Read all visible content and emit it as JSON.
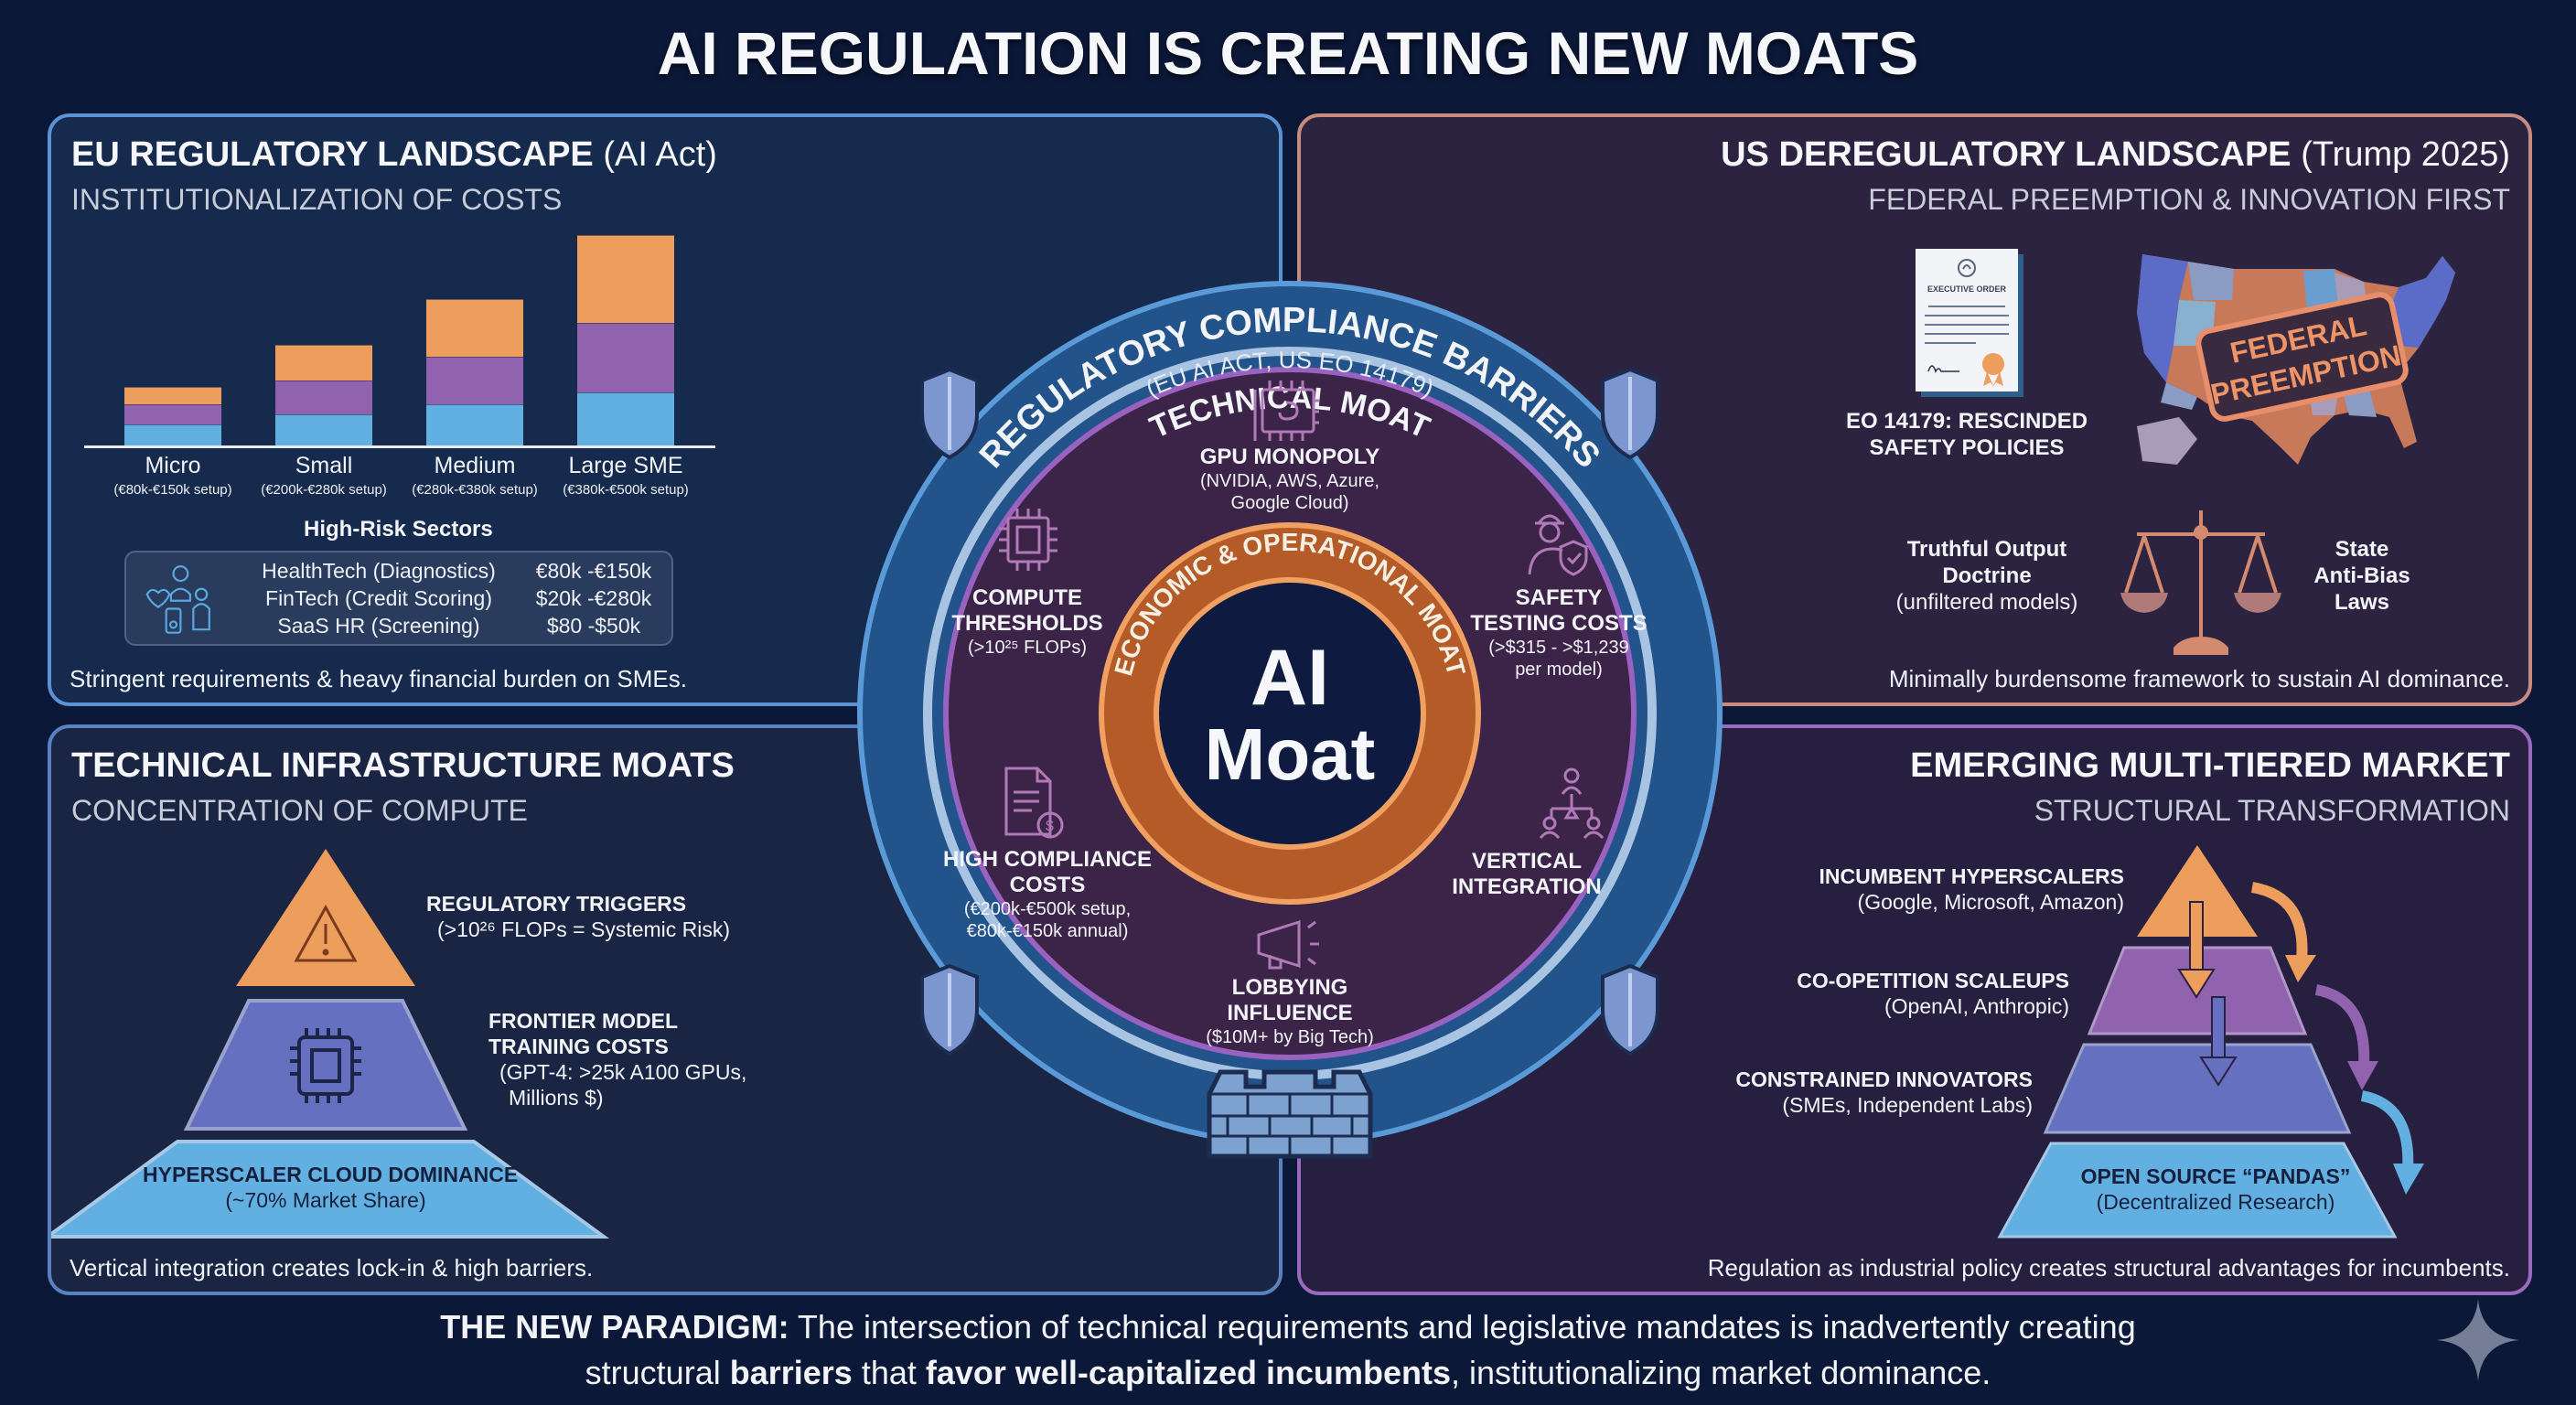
{
  "title": "AI REGULATION IS CREATING NEW MOATS",
  "eu": {
    "title": "EU REGULATORY LANDSCAPE",
    "title_suffix": "(AI Act)",
    "subtitle": "INSTITUTIONALIZATION OF COSTS",
    "footer": "Stringent requirements & heavy financial burden on SMEs.",
    "sectors_title": "High-Risk Sectors",
    "sectors": [
      {
        "name": "HealthTech (Diagnostics)",
        "range": "€80k -€150k"
      },
      {
        "name": "FinTech (Credit Scoring)",
        "range": "$20k -€280k"
      },
      {
        "name": "SaaS HR (Screening)",
        "range": "$80 -$50k"
      }
    ]
  },
  "chart_data": {
    "type": "bar",
    "stacked": true,
    "title": "",
    "categories": [
      "Micro",
      "Small",
      "Medium",
      "Large SME"
    ],
    "category_sublabels": [
      "(€80k-€150k setup)",
      "(€200k-€280k setup)",
      "(€280k-€380k setup)",
      "(€380k-€500k setup)"
    ],
    "series": [
      {
        "name": "bottom",
        "color": "#62b0e2",
        "values": [
          11,
          16,
          21,
          27
        ]
      },
      {
        "name": "middle",
        "color": "#9162ad",
        "values": [
          10,
          17,
          24,
          35
        ]
      },
      {
        "name": "top",
        "color": "#ee9e5c",
        "values": [
          9,
          18,
          29,
          44
        ]
      }
    ],
    "ylim": [
      0,
      110
    ],
    "grid": false,
    "xlabel": "",
    "ylabel": ""
  },
  "us": {
    "title": "US DEREGULATORY LANDSCAPE",
    "title_suffix": "(Trump 2025)",
    "subtitle": "FEDERAL PREEMPTION & INNOVATION FIRST",
    "doc_label": "EXECUTIVE ORDER",
    "eo_line1": "EO 14179: RESCINDED",
    "eo_line2": "SAFETY POLICIES",
    "stamp_line1": "FEDERAL",
    "stamp_line2": "PREEMPTION",
    "truthful_line1": "Truthful Output",
    "truthful_line2": "Doctrine",
    "truthful_sub": "(unfiltered models)",
    "state_line1": "State",
    "state_line2": "Anti-Bias",
    "state_line3": "Laws",
    "footer": "Minimally burdensome framework to sustain AI dominance."
  },
  "tech": {
    "title": "TECHNICAL INFRASTRUCTURE MOATS",
    "subtitle": "CONCENTRATION OF COMPUTE",
    "tiers": [
      {
        "title": "REGULATORY TRIGGERS",
        "sub": "(>10²⁶ FLOPs = Systemic Risk)"
      },
      {
        "title_l1": "FRONTIER MODEL",
        "title_l2": "TRAINING COSTS",
        "sub_l1": "(GPT-4: >25k A100 GPUs,",
        "sub_l2": "Millions $)"
      },
      {
        "title": "HYPERSCALER CLOUD DOMINANCE",
        "sub": "(~70% Market Share)"
      }
    ],
    "footer": "Vertical integration creates lock-in & high barriers."
  },
  "market": {
    "title": "EMERGING MULTI-TIERED MARKET",
    "subtitle": "STRUCTURAL TRANSFORMATION",
    "tiers": [
      {
        "title": "INCUMBENT HYPERSCALERS",
        "sub": "(Google, Microsoft, Amazon)"
      },
      {
        "title": "CO-OPETITION SCALEUPS",
        "sub": "(OpenAI, Anthropic)"
      },
      {
        "title": "CONSTRAINED INNOVATORS",
        "sub": "(SMEs, Independent Labs)"
      },
      {
        "title": "OPEN SOURCE “PANDAS”",
        "sub": "(Decentralized Research)"
      }
    ],
    "footer": "Regulation as industrial policy creates structural advantages for incumbents."
  },
  "center": {
    "outer_ring": "REGULATORY COMPLIANCE BARRIERS",
    "outer_ring_sub": "(EU AI ACT, US EO 14179)",
    "middle_ring": "TECHNICAL MOAT",
    "inner_ring": "ECONOMIC & OPERATIONAL MOAT",
    "core_l1": "AI",
    "core_l2": "Moat",
    "items": {
      "gpu": {
        "title": "GPU MONOPOLY",
        "sub1": "(NVIDIA, AWS, Azure,",
        "sub2": "Google Cloud)"
      },
      "compute": {
        "title1": "COMPUTE",
        "title2": "THRESHOLDS",
        "sub": "(>10²⁵ FLOPs)"
      },
      "safety": {
        "title1": "SAFETY",
        "title2": "TESTING COSTS",
        "sub1": "(>$315 - >$1,239",
        "sub2": "per model)"
      },
      "compliance": {
        "title1": "HIGH COMPLIANCE",
        "title2": "COSTS",
        "sub1": "(€200k-€500k setup,",
        "sub2": "€80k-€150k annual)"
      },
      "vertical": {
        "title1": "VERTICAL",
        "title2": "INTEGRATION"
      },
      "lobbying": {
        "title1": "LOBBYING",
        "title2": "INFLUENCE",
        "sub": "($10M+ by Big Tech)"
      }
    }
  },
  "paradigm": {
    "lead": "THE NEW PARADIGM:",
    "l1_rest": " The intersection of technical requirements and legislative mandates is inadvertently creating",
    "l2_a": "structural ",
    "l2_b": "barriers",
    "l2_c": " that ",
    "l2_d": "favor well-capitalized incumbents",
    "l2_e": ", institutionalizing market dominance."
  },
  "colors": {
    "bg": "#0c1838",
    "orange": "#ee9e5c",
    "purple": "#9162ad",
    "blue": "#62b0e2",
    "indigo": "#6570c0",
    "ring_blue": "#22538a",
    "ring_purple": "#3c2448",
    "ring_orange": "#b45b28"
  }
}
